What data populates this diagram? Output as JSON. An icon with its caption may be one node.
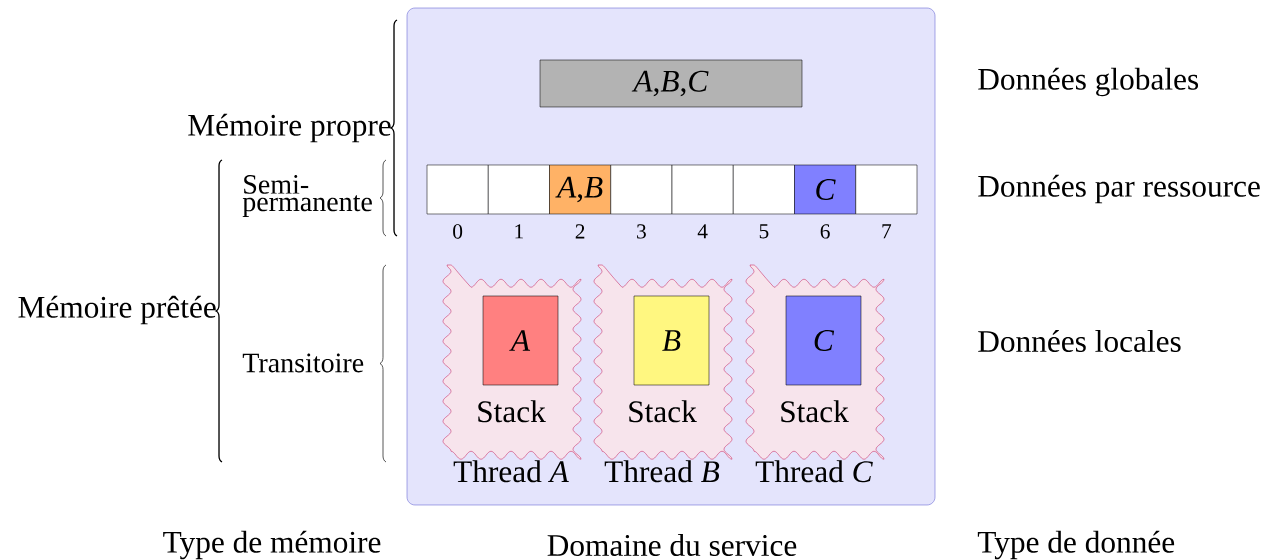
{
  "diagram": {
    "nodes": [
      {
        "text": [],
        "shape": "box"
      },
      {
        "text": [
          "*A*,*B*,*C*"
        ],
        "in": 0
      },
      {
        "text": [],
        "shape": "box",
        "in": 0,
        "beside": [
          "0"
        ]
      },
      {
        "text": [],
        "shape": "box",
        "in": 0,
        "beside": [
          "1"
        ]
      },
      {
        "text": [
          "*A*,*B*"
        ],
        "in": 0,
        "beside": [
          "2"
        ]
      },
      {
        "text": [],
        "shape": "box",
        "in": 0,
        "beside": [
          "3"
        ]
      },
      {
        "text": [],
        "shape": "box",
        "in": 0,
        "beside": [
          "4"
        ]
      },
      {
        "text": [],
        "shape": "box",
        "in": 0,
        "beside": [
          "5"
        ]
      },
      {
        "text": [
          "*C*"
        ],
        "in": 0,
        "beside": [
          "6"
        ]
      },
      {
        "text": [],
        "shape": "box",
        "in": 0,
        "beside": [
          "7"
        ]
      },
      {
        "text": [
          "Stack"
        ],
        "in": 0,
        "beside": [
          "Thread *A*"
        ]
      },
      {
        "text": [
          "*A*"
        ],
        "in": 10
      },
      {
        "text": [
          "Stack"
        ],
        "in": 0,
        "beside": [
          "Thread *B*"
        ]
      },
      {
        "text": [
          "*B*"
        ],
        "in": 12
      },
      {
        "text": [
          "Stack"
        ],
        "in": 0,
        "beside": [
          "Thread *C*"
        ]
      },
      {
        "text": [
          "*C*"
        ],
        "in": 14
      }
    ],
    "labels": [
      "Données globales",
      "Mémoire propre",
      "Semi-permanente",
      "Données par ressource",
      "Mémoire prêtée",
      "Données locales",
      "Transitoire",
      "Type de mémoire",
      "Domaine du service",
      "Type de donnée"
    ]
  }
}
